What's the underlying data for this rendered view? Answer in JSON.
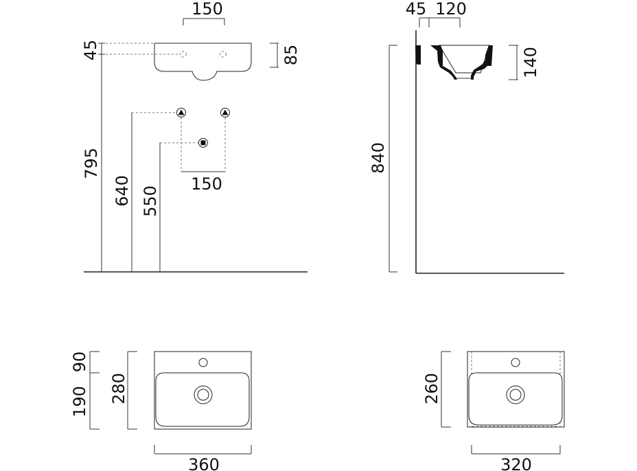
{
  "colors": {
    "line": "#222222",
    "dim": "#333333",
    "hidden": "#777777",
    "section": "#111111"
  },
  "front_view": {
    "dims": {
      "tap_spacing_top": "150",
      "rim_offset": "45",
      "basin_height": "85",
      "mount_height": "795",
      "supply_height": "640",
      "waste_height": "550",
      "supply_spacing": "150"
    },
    "icons": [
      "supply-triangle-icon",
      "supply-triangle-icon",
      "waste-square-icon"
    ]
  },
  "side_view": {
    "dims": {
      "wall_offset": "45",
      "tap_offset": "120",
      "bowl_depth": "140",
      "rim_height": "840"
    }
  },
  "top_view": {
    "dims": {
      "tap_zone": "90",
      "bowl_zone": "190",
      "depth": "280",
      "width": "360"
    }
  },
  "top_view_alt": {
    "dims": {
      "depth": "260",
      "width": "320"
    }
  }
}
